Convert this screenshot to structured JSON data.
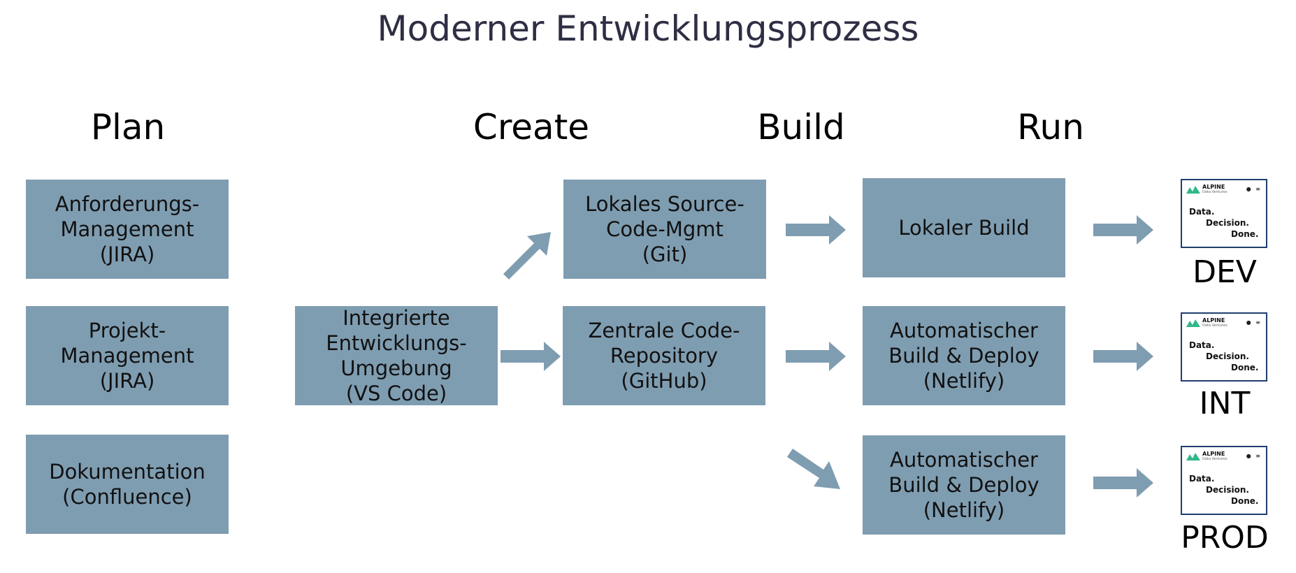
{
  "title": "Moderner Entwicklungsprozess",
  "stages": {
    "plan": "Plan",
    "create": "Create",
    "build": "Build",
    "run": "Run"
  },
  "boxes": {
    "anforderungs_management": "Anforderungs-\nManagement\n(JIRA)",
    "projekt_management": "Projekt-\nManagement\n(JIRA)",
    "dokumentation": "Dokumentation\n(Confluence)",
    "ide": "Integrierte\nEntwicklungs-\nUmgebung\n(VS Code)",
    "lokales_scm": "Lokales Source-\nCode-Mgmt\n(Git)",
    "zentrale_repo": "Zentrale Code-\nRepository\n(GitHub)",
    "lokaler_build": "Lokaler Build",
    "auto_build_int": "Automatischer\nBuild & Deploy\n(Netlify)",
    "auto_build_prod": "Automatischer\nBuild & Deploy\n(Netlify)"
  },
  "environments": [
    {
      "label": "DEV",
      "brand": "ALPINE",
      "brand_sub": "Data Ventures",
      "line1": "Data.",
      "line2": "Decision.",
      "line3": "Done."
    },
    {
      "label": "INT",
      "brand": "ALPINE",
      "brand_sub": "Data Ventures",
      "line1": "Data.",
      "line2": "Decision.",
      "line3": "Done."
    },
    {
      "label": "PROD",
      "brand": "ALPINE",
      "brand_sub": "Data Ventures",
      "line1": "Data.",
      "line2": "Decision.",
      "line3": "Done."
    }
  ],
  "colors": {
    "box_fill": "#7f9db1",
    "arrow_fill": "#7f9db1",
    "title_color": "#2e2e44",
    "card_border": "#1f3f6e",
    "logo_green": "#2fb88a"
  }
}
